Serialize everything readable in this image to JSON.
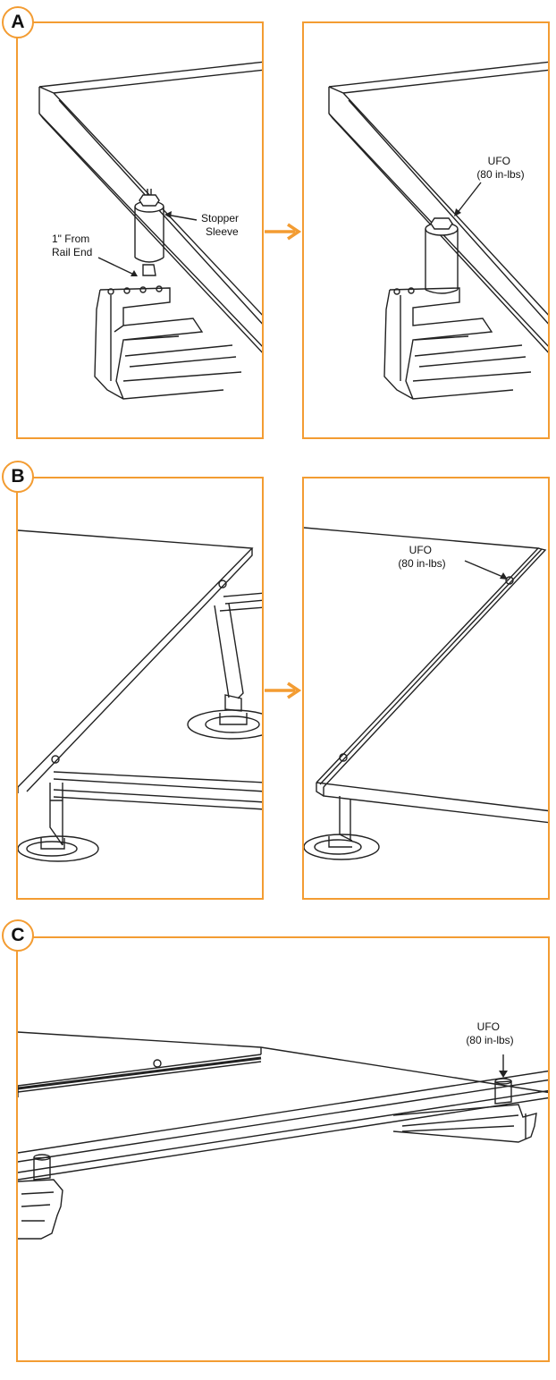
{
  "colors": {
    "accent": "#f39c32",
    "ink": "#111111",
    "stroke": "#222222"
  },
  "sections": [
    {
      "badge": "A",
      "panels": [
        {
          "labels": [
            {
              "line1": "Stopper",
              "line2": "Sleeve"
            },
            {
              "line1": "1\" From",
              "line2": "Rail End"
            }
          ]
        },
        {
          "labels": [
            {
              "line1": "UFO",
              "line2": "(80 in-lbs)"
            }
          ]
        }
      ]
    },
    {
      "badge": "B",
      "panels": [
        {
          "labels": []
        },
        {
          "labels": [
            {
              "line1": "UFO",
              "line2": "(80 in-lbs)"
            }
          ]
        }
      ]
    },
    {
      "badge": "C",
      "panels": [
        {
          "labels": [
            {
              "line1": "UFO",
              "line2": "(80 in-lbs)"
            }
          ]
        }
      ]
    }
  ]
}
